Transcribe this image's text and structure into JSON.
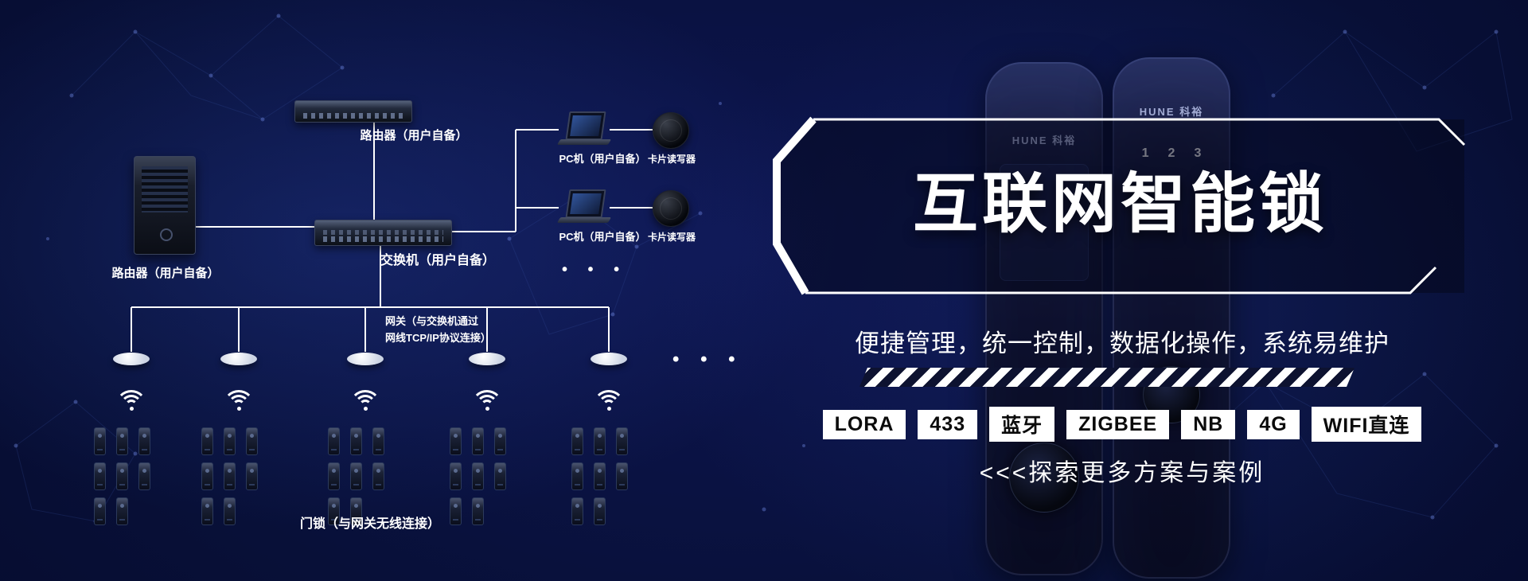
{
  "colors": {
    "background": "#081038",
    "accent": "#ffffff",
    "tag_bg": "#ffffff",
    "tag_text": "#0b0b0b"
  },
  "diagram": {
    "server_label": "路由器（用户自备）",
    "router_label": "路由器（用户自备）",
    "switch_label": "交换机（用户自备）",
    "pc_label_1": "PC机（用户自备）",
    "pc_label_2": "PC机（用户自备）",
    "reader_label_1": "卡片读写器",
    "reader_label_2": "卡片读写器",
    "gateway_note_line1": "网关（与交换机通过",
    "gateway_note_line2": "网线TCP/IP协议连接）",
    "locks_label": "门锁（与网关无线连接）",
    "ellipsis_pcs": "• • •",
    "ellipsis_gateways": "• • •"
  },
  "hero": {
    "title": "互联网智能锁",
    "subtitle": "便捷管理，统一控制，数据化操作，系统易维护",
    "tags": [
      "LORA",
      "433",
      "蓝牙",
      "ZIGBEE",
      "NB",
      "4G",
      "WIFI直连"
    ],
    "cta": "<<<探索更多方案与案例",
    "brand": "HUNE 科裕",
    "keypad": [
      "1",
      "2",
      "3"
    ]
  }
}
